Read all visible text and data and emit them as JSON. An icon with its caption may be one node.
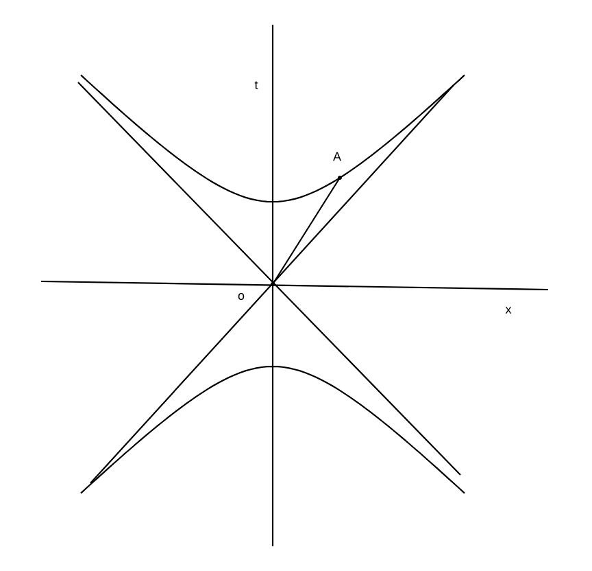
{
  "diagram": {
    "nodes": [
      {
        "text": [],
        "shape": "point",
        "beside": [
          "o"
        ]
      },
      {
        "text": [],
        "shape": "point",
        "beside": [
          "A"
        ]
      }
    ],
    "edges": [
      {
        "from": 0,
        "to": 1,
        "arrow": "none"
      }
    ],
    "labels": [
      "t",
      "x"
    ]
  }
}
